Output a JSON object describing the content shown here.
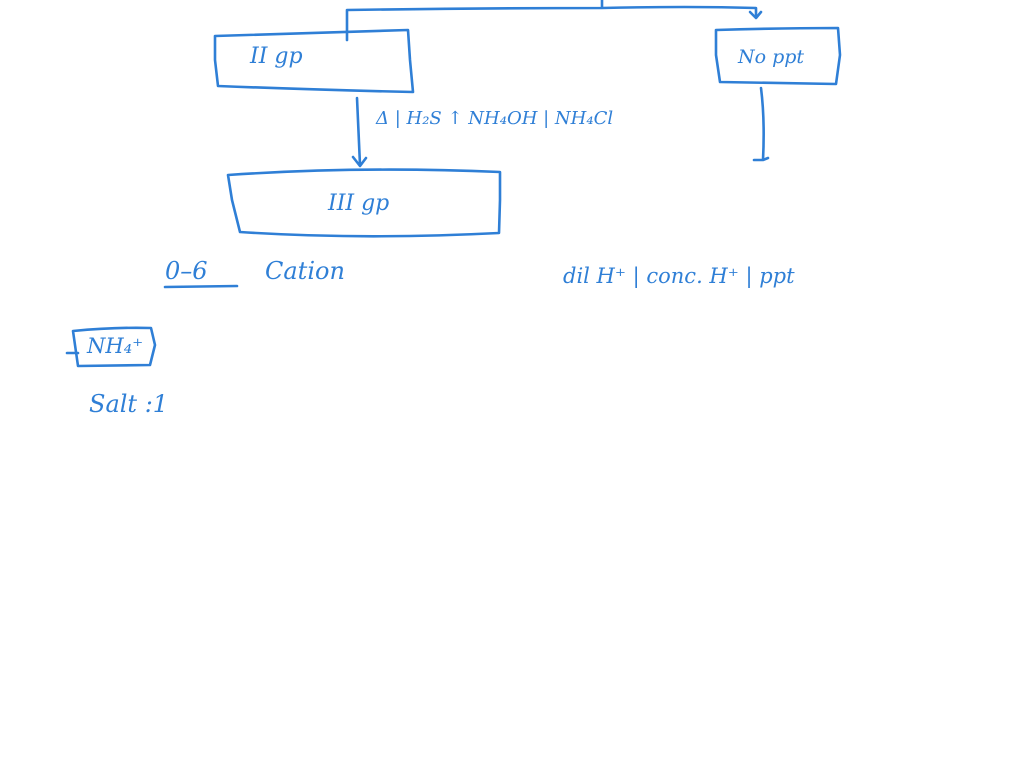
{
  "ink_color": "#2f7fd6",
  "diagram": {
    "box_group2": {
      "label": "II gp"
    },
    "box_no_ppt": {
      "label": "No ppt"
    },
    "arrow_reagents": {
      "label": "Δ | H₂S ↑ NH₄OH | NH₄Cl"
    },
    "box_group3": {
      "label": "III gp"
    },
    "group0_6": {
      "label": "0–6",
      "caption": "Cation"
    },
    "acid_test": {
      "label": "dil H⁺ | conc. H⁺ | ppt"
    },
    "nh4_box": {
      "label": "NH₄⁺"
    },
    "salt_note": {
      "label": "Salt :1"
    }
  }
}
